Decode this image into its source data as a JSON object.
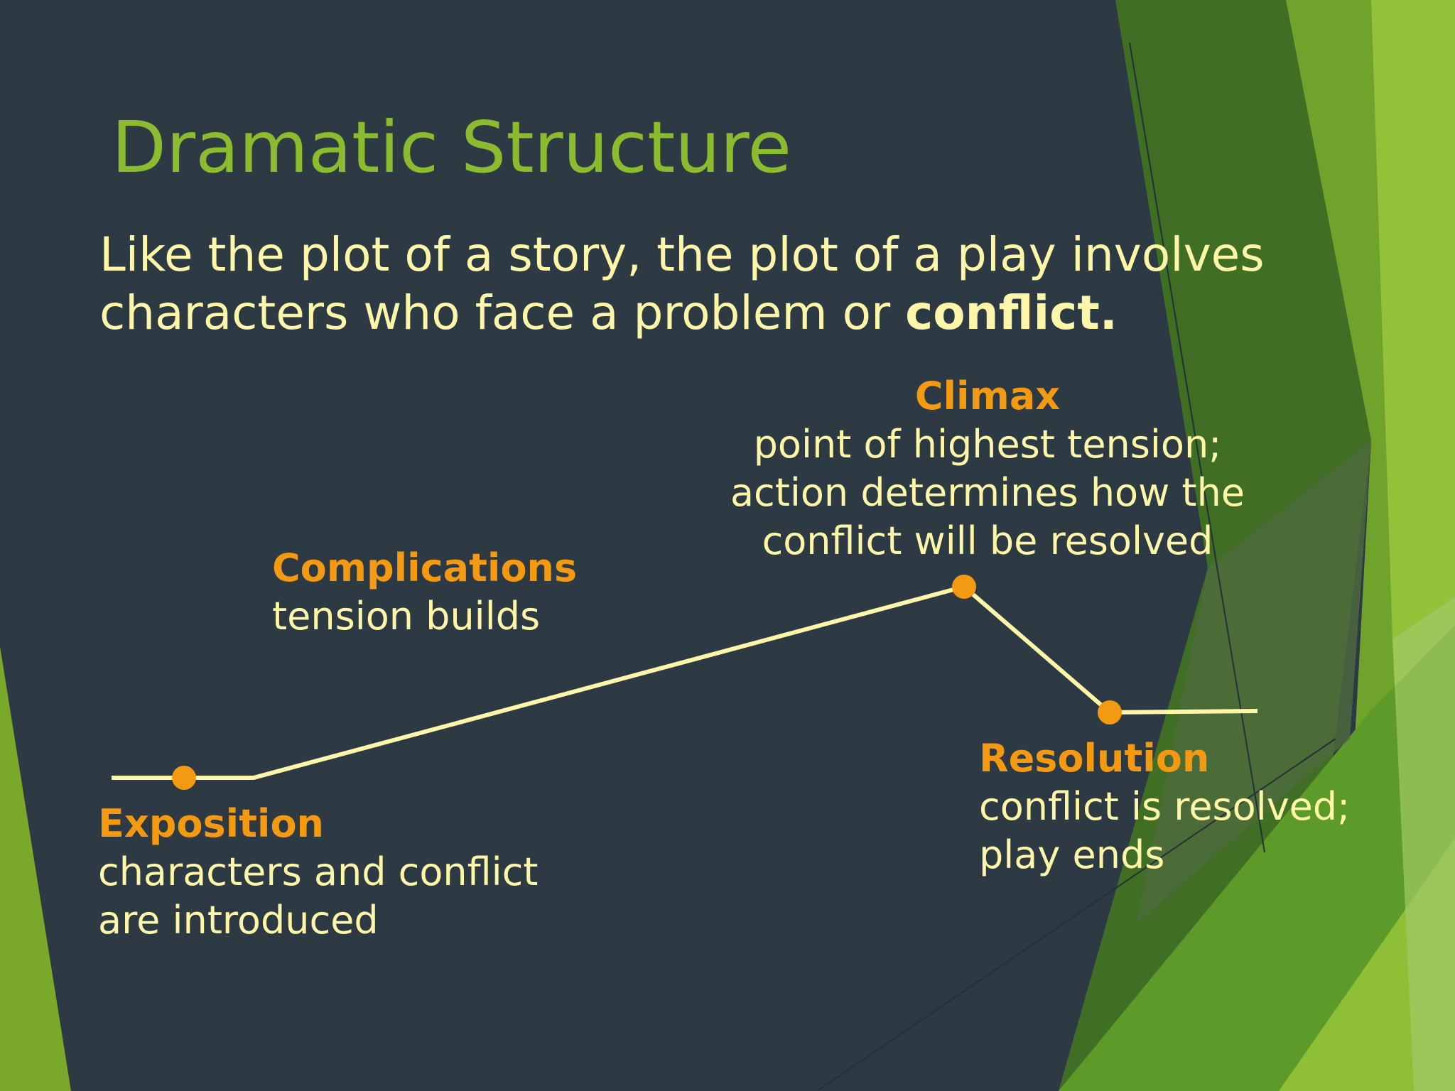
{
  "slide": {
    "title": "Dramatic Structure",
    "intro_text": "Like the plot of a story, the plot of a play involves characters who face a problem or ",
    "intro_bold": "conflict."
  },
  "stages": {
    "exposition": {
      "name": "Exposition",
      "description": "characters and conflict\nare introduced"
    },
    "complications": {
      "name": "Complications",
      "description": "tension builds"
    },
    "climax": {
      "name": "Climax",
      "description": "point of highest tension;\naction determines how the\nconflict will be resolved"
    },
    "resolution": {
      "name": "Resolution",
      "description": "conflict is resolved;\nplay ends"
    }
  },
  "colors": {
    "background": "#2d3a44",
    "title": "#8bbb2e",
    "body_text": "#fdf6a8",
    "stage_name": "#f39a12",
    "arc_line": "#fdf6a8",
    "markers": "#f39a12"
  }
}
